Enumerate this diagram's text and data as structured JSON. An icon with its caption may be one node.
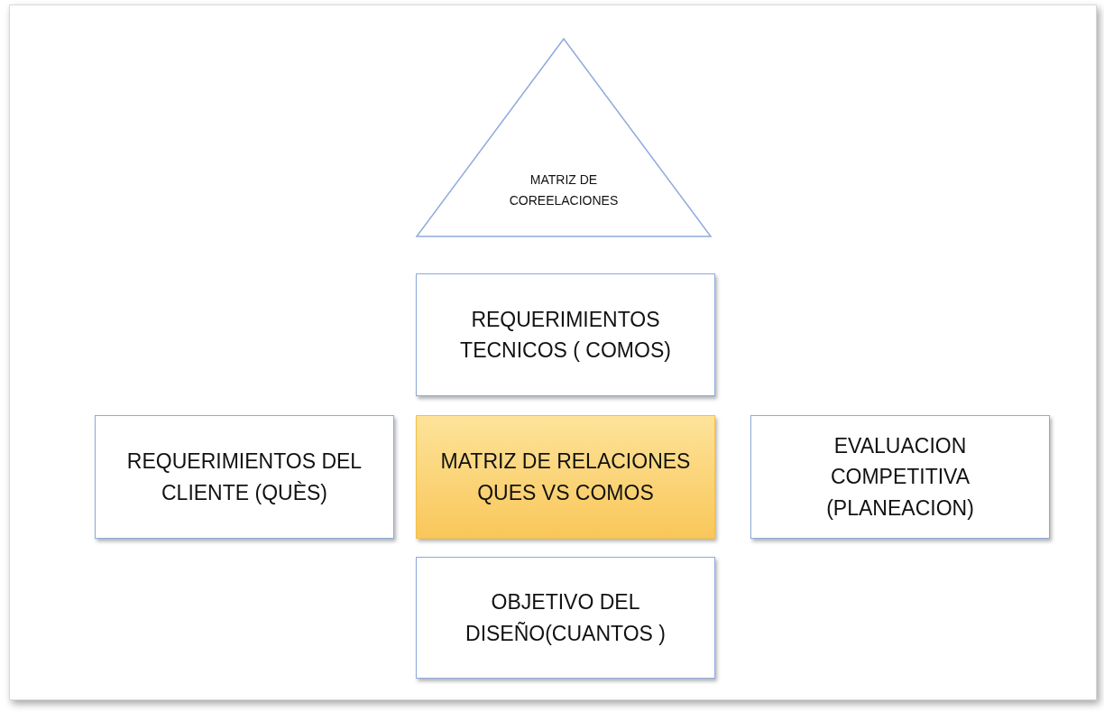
{
  "diagram": {
    "nodes": [
      {
        "text": [
          "MATRIZ DE COREELACIONES"
        ]
      },
      {
        "text": [
          "REQUERIMIENTOS TECNICOS ( COMOS)"
        ]
      },
      {
        "text": [
          "REQUERIMIENTOS DEL CLIENTE (QUÈS)"
        ]
      },
      {
        "text": [
          "MATRIZ DE RELACIONES QUES VS COMOS"
        ]
      },
      {
        "text": [
          "EVALUACION COMPETITIVA (PLANEACION)"
        ]
      },
      {
        "text": [
          "OBJETIVO DEL DISEÑO(CUANTOS )"
        ]
      }
    ]
  }
}
